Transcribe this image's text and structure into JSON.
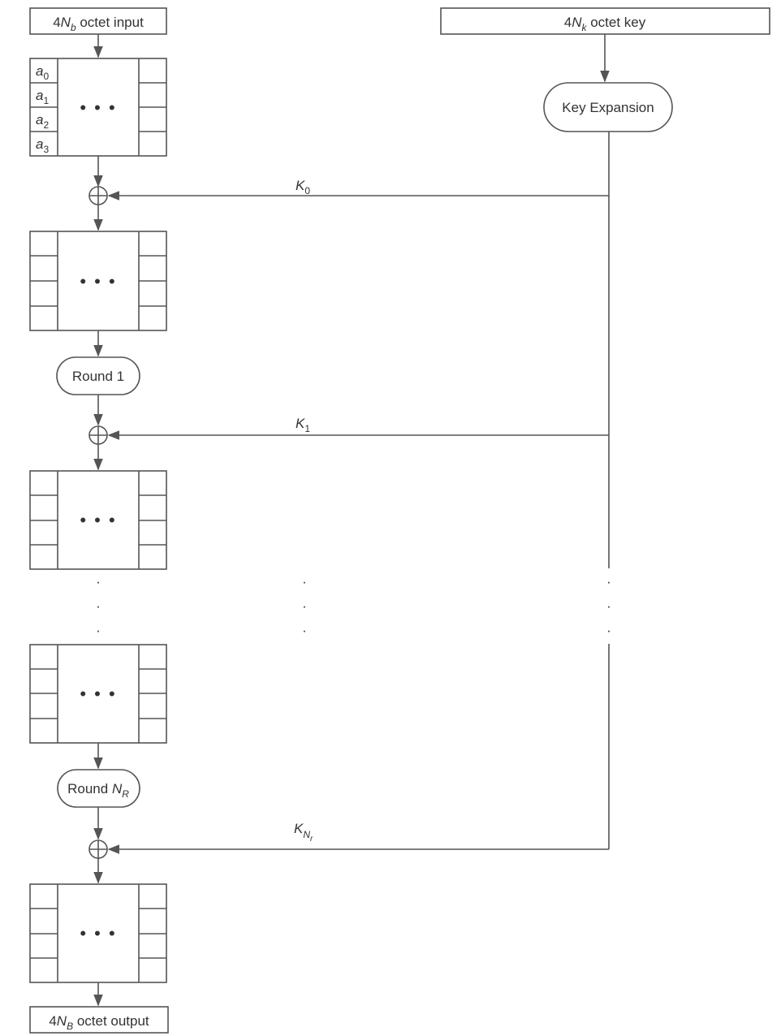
{
  "input_label": {
    "prefix": "4",
    "var": "N",
    "sub": "b",
    "suffix": " octet input"
  },
  "key_label": {
    "prefix": "4",
    "var": "N",
    "sub": "k",
    "suffix": " octet key"
  },
  "key_expansion": "Key Expansion",
  "state_cells": [
    {
      "var": "a",
      "sub": "0"
    },
    {
      "var": "a",
      "sub": "1"
    },
    {
      "var": "a",
      "sub": "2"
    },
    {
      "var": "a",
      "sub": "3"
    }
  ],
  "state_ellipsis": "• • •",
  "round1": "Round 1",
  "roundN": {
    "prefix": "Round ",
    "var": "N",
    "sub": "R"
  },
  "key0": {
    "var": "K",
    "sub": "0"
  },
  "key1": {
    "var": "K",
    "sub": "1"
  },
  "keyN": {
    "var": "K",
    "sub": "N",
    "subsub": "r"
  },
  "output_label": {
    "prefix": "4",
    "var": "N",
    "sub": "B",
    "suffix": " octet output"
  },
  "vdots": "·"
}
